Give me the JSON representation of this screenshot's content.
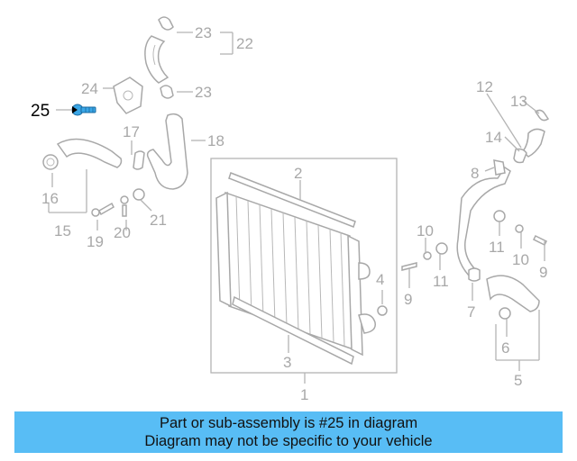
{
  "colors": {
    "caption_bg": "#58bdf5",
    "highlight_part": "#3aa6e6",
    "line_gray": "#b4b4b4",
    "label_gray": "#a8a8a8"
  },
  "callouts": [
    {
      "id": "1",
      "text": "1"
    },
    {
      "id": "2",
      "text": "2"
    },
    {
      "id": "3",
      "text": "3"
    },
    {
      "id": "4",
      "text": "4"
    },
    {
      "id": "5",
      "text": "5"
    },
    {
      "id": "6",
      "text": "6"
    },
    {
      "id": "7",
      "text": "7"
    },
    {
      "id": "8",
      "text": "8"
    },
    {
      "id": "9a",
      "text": "9"
    },
    {
      "id": "9b",
      "text": "9"
    },
    {
      "id": "10a",
      "text": "10"
    },
    {
      "id": "10b",
      "text": "10"
    },
    {
      "id": "11a",
      "text": "11"
    },
    {
      "id": "11b",
      "text": "11"
    },
    {
      "id": "12",
      "text": "12"
    },
    {
      "id": "13",
      "text": "13"
    },
    {
      "id": "14",
      "text": "14"
    },
    {
      "id": "15",
      "text": "15"
    },
    {
      "id": "16",
      "text": "16"
    },
    {
      "id": "17",
      "text": "17"
    },
    {
      "id": "18",
      "text": "18"
    },
    {
      "id": "19",
      "text": "19"
    },
    {
      "id": "20",
      "text": "20"
    },
    {
      "id": "21",
      "text": "21"
    },
    {
      "id": "22",
      "text": "22"
    },
    {
      "id": "23a",
      "text": "23"
    },
    {
      "id": "23b",
      "text": "23"
    },
    {
      "id": "24",
      "text": "24"
    }
  ],
  "highlighted_callout": "25",
  "caption": {
    "line1": "Part or sub-assembly is #25 in diagram",
    "line2": "Diagram may not be specific to your vehicle"
  }
}
